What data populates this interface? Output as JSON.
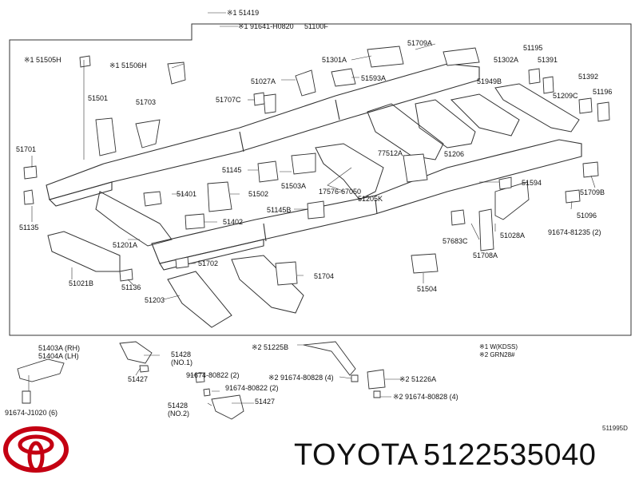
{
  "diagram": {
    "brand": "TOYOTA",
    "part_number": "5122535040",
    "diagram_code": "511995D",
    "legend": [
      "※1 W(KDSS)",
      "※2 GRN28#"
    ],
    "labels": {
      "l51419": "※1 51419",
      "l91641": "※1 91641-H0820",
      "l51100F": "51100F",
      "l51505H": "※1 51505H",
      "l51506H": "※1 51506H",
      "l51301A": "51301A",
      "l51709A": "51709A",
      "l51302A": "51302A",
      "l51195": "51195",
      "l51391": "51391",
      "l51027A": "51027A",
      "l51593A": "51593A",
      "l51949B": "51949B",
      "l51392": "51392",
      "l51196": "51196",
      "l51501": "51501",
      "l51703": "51703",
      "l51707C": "51707C",
      "l51209C": "51209C",
      "l51701": "51701",
      "l77512A": "77512A",
      "l51206": "51206",
      "l51145": "51145",
      "l51503A": "51503A",
      "l51594": "51594",
      "l17576": "17576-67050",
      "l51205K": "51205K",
      "l51709B": "51709B",
      "l51401": "51401",
      "l51502": "51502",
      "l51145B": "51145B",
      "l51096": "51096",
      "l51135": "51135",
      "l51402": "51402",
      "l91674a": "91674-81235 (2)",
      "l57683C": "57683C",
      "l51028A": "51028A",
      "l51201A": "51201A",
      "l51708A": "51708A",
      "l51702": "51702",
      "l51021B": "51021B",
      "l51704": "51704",
      "l51136": "51136",
      "l51504": "51504",
      "l51203": "51203",
      "l51403A": "51403A (RH)",
      "l51404A": "51404A (LH)",
      "l51428a": "51428",
      "l51428an": "(NO.1)",
      "l51225B": "※2 51225B",
      "l51427a": "51427",
      "l91674b": "91674-80822 (2)",
      "l91674c": "※2 91674-80828 (4)",
      "l51226A": "※2 51226A",
      "l91674d": "91674-80822 (2)",
      "l51427b": "51427",
      "l91674e": "※2 91674-80828 (4)",
      "l51428b": "51428",
      "l51428bn": "(NO.2)",
      "l91674f": "91674-J1020 (6)"
    }
  }
}
